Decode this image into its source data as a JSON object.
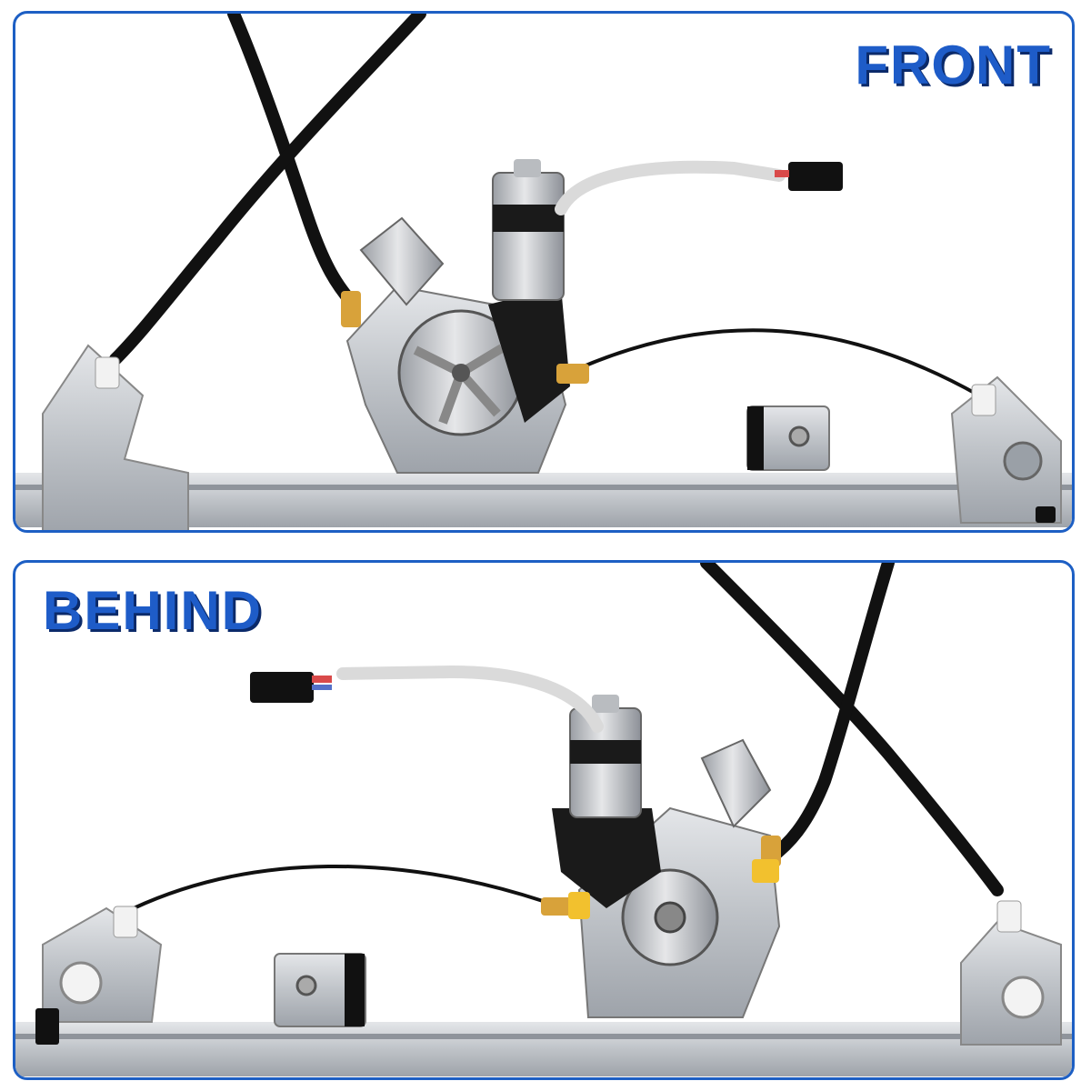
{
  "panels": {
    "front": {
      "label": "FRONT"
    },
    "behind": {
      "label": "BEHIND"
    }
  },
  "colors": {
    "frame_border": "#1d5fc4",
    "label_text": "#1e5cc8",
    "label_shadow": "#0b2a6a",
    "metal": "#c9ccd1",
    "motor_housing": "#1a1a1a",
    "cable": "#111111",
    "spring": "#d8a23a",
    "cable_clip": "#f2c12e",
    "wire_sleeve": "#dadada"
  },
  "icons": [
    "window-regulator-front-view",
    "window-regulator-rear-view",
    "electric-motor",
    "wire-connector"
  ]
}
